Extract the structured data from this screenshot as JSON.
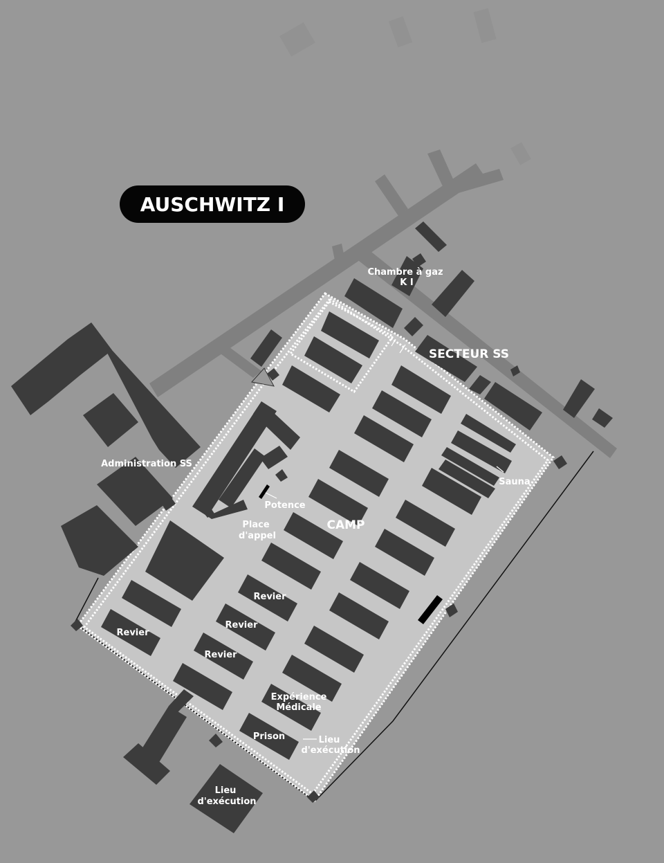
{
  "title": "AUSCHWITZ I",
  "labels": {
    "chambre": "Chambre à gaz",
    "chambre_k": "K I",
    "secteur": "SECTEUR SS",
    "admin": "Administration SS",
    "sauna": "Sauna",
    "potence": "Potence",
    "place1": "Place",
    "place2": "d'appel",
    "camp": "CAMP",
    "revier": "Revier",
    "experience1": "Expérience",
    "experience2": "Médicale",
    "prison": "Prison",
    "lieu_inner1": "Lieu",
    "lieu_inner2": "d'exécution",
    "lieu_outer1": "Lieu",
    "lieu_outer2": "d'exécution"
  },
  "colors": {
    "background": "#989898",
    "camp_area": "#c6c6c6",
    "buildings": "#3c3c3c",
    "roads": "#808080",
    "fence": "#ffffff",
    "title_bg": "#050505"
  }
}
